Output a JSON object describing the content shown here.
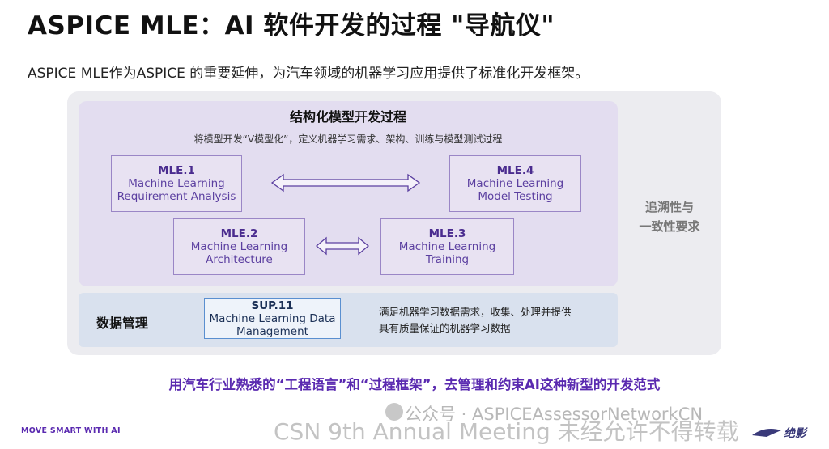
{
  "page": {
    "title": "ASPICE MLE：AI 软件开发的过程 \"导航仪\"",
    "subtitle": "ASPICE MLE作为ASPICE 的重要延伸，为汽车领域的机器学习应用提供了标准化开发框架。"
  },
  "model_section": {
    "title": "结构化模型开发过程",
    "subtitle": "将模型开发“V模型化”，定义机器学习需求、架构、训练与模型测试过程",
    "boxes": [
      {
        "code": "MLE.1",
        "line1": "Machine Learning",
        "line2": "Requirement Analysis"
      },
      {
        "code": "MLE.4",
        "line1": "Machine Learning",
        "line2": "Model Testing"
      },
      {
        "code": "MLE.2",
        "line1": "Machine Learning",
        "line2": "Architecture"
      },
      {
        "code": "MLE.3",
        "line1": "Machine Learning",
        "line2": "Training"
      }
    ]
  },
  "traceability": {
    "line1": "追溯性与",
    "line2": "一致性要求"
  },
  "data_section": {
    "label": "数据管理",
    "box": {
      "code": "SUP.11",
      "line1": "Machine Learning Data",
      "line2": "Management"
    },
    "desc_line1": "满足机器学习数据需求，收集、处理并提供",
    "desc_line2": "具有质量保证的机器学习数据"
  },
  "tagline": "用汽车行业熟悉的“工程语言”和“过程框架”，去管理和约束AI这种新型的开发范式",
  "footer": {
    "left": "MOVE SMART WITH AI",
    "logo_text": "绝影"
  },
  "watermark": {
    "line1": "公众号 · ASPICEAssessorNetworkCN",
    "line2": "CSN 9th Annual Meeting 未经允许不得转载"
  },
  "colors": {
    "accent": "#5a2ab0",
    "box_border": "#9a86c6",
    "sup_border": "#5a8fd0"
  },
  "icons": {
    "arrow_mle1_mle4": "double-arrow-icon",
    "arrow_mle2_mle3": "double-arrow-icon",
    "watermark": "wechat-icon",
    "brand": "sensetime-logo-icon"
  }
}
